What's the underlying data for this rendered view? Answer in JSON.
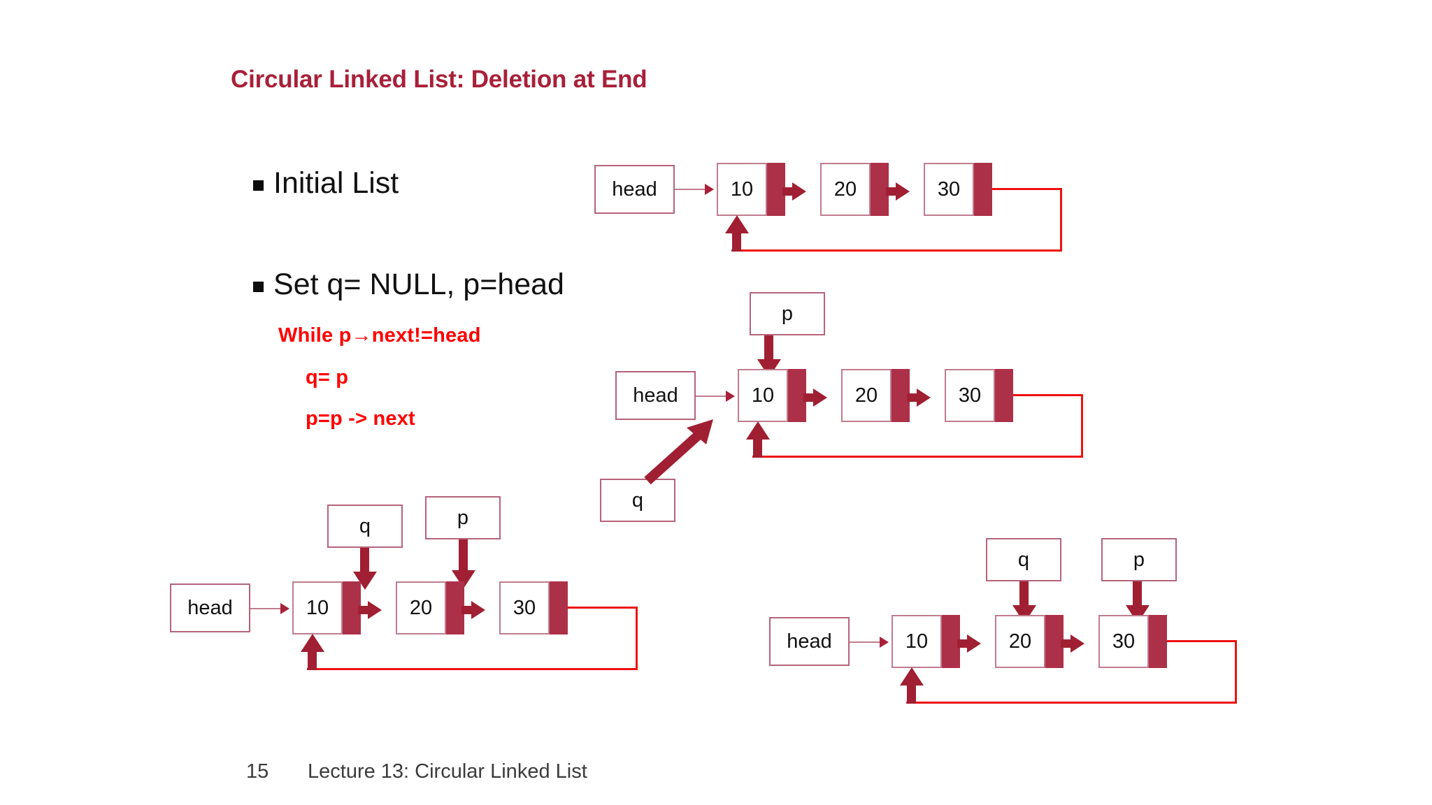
{
  "slide": {
    "title": "Circular Linked List: Deletion at End",
    "footer": {
      "page_number": "15",
      "lecture": "Lecture 13: Circular Linked List"
    },
    "colors": {
      "title": "#A82039",
      "code": "#FF0000",
      "node_pointer": "#AD3049",
      "arrow": "#A01F32",
      "box_border": "#B5637A",
      "back_link": "#EE1111",
      "text": "#111111"
    }
  },
  "bullets": [
    {
      "id": "initial",
      "text": "Initial List"
    },
    {
      "id": "set",
      "text": "Set q= NULL, p=head"
    }
  ],
  "code_lines": [
    {
      "id": "while",
      "text": "While p→next!=head"
    },
    {
      "id": "q-assign",
      "text": "q= p"
    },
    {
      "id": "p-assign",
      "text": "p=p -> next"
    }
  ],
  "diagrams": [
    {
      "id": "diagram-initial-list",
      "head_label": "head",
      "nodes": [
        "10",
        "20",
        "30"
      ],
      "pointers": [],
      "circular": true
    },
    {
      "id": "diagram-p-at-head",
      "head_label": "head",
      "nodes": [
        "10",
        "20",
        "30"
      ],
      "pointers": [
        {
          "name": "p",
          "target": "10",
          "direction": "down"
        },
        {
          "name": "q",
          "target": "10",
          "direction": "diagonal-up"
        }
      ],
      "circular": true
    },
    {
      "id": "diagram-q-head-p-second",
      "head_label": "head",
      "nodes": [
        "10",
        "20",
        "30"
      ],
      "pointers": [
        {
          "name": "q",
          "target": "10",
          "direction": "down"
        },
        {
          "name": "p",
          "target": "20",
          "direction": "down"
        }
      ],
      "circular": true
    },
    {
      "id": "diagram-q-second-p-last",
      "head_label": "head",
      "nodes": [
        "10",
        "20",
        "30"
      ],
      "pointers": [
        {
          "name": "q",
          "target": "20",
          "direction": "down"
        },
        {
          "name": "p",
          "target": "30",
          "direction": "down"
        }
      ],
      "circular": true
    }
  ]
}
